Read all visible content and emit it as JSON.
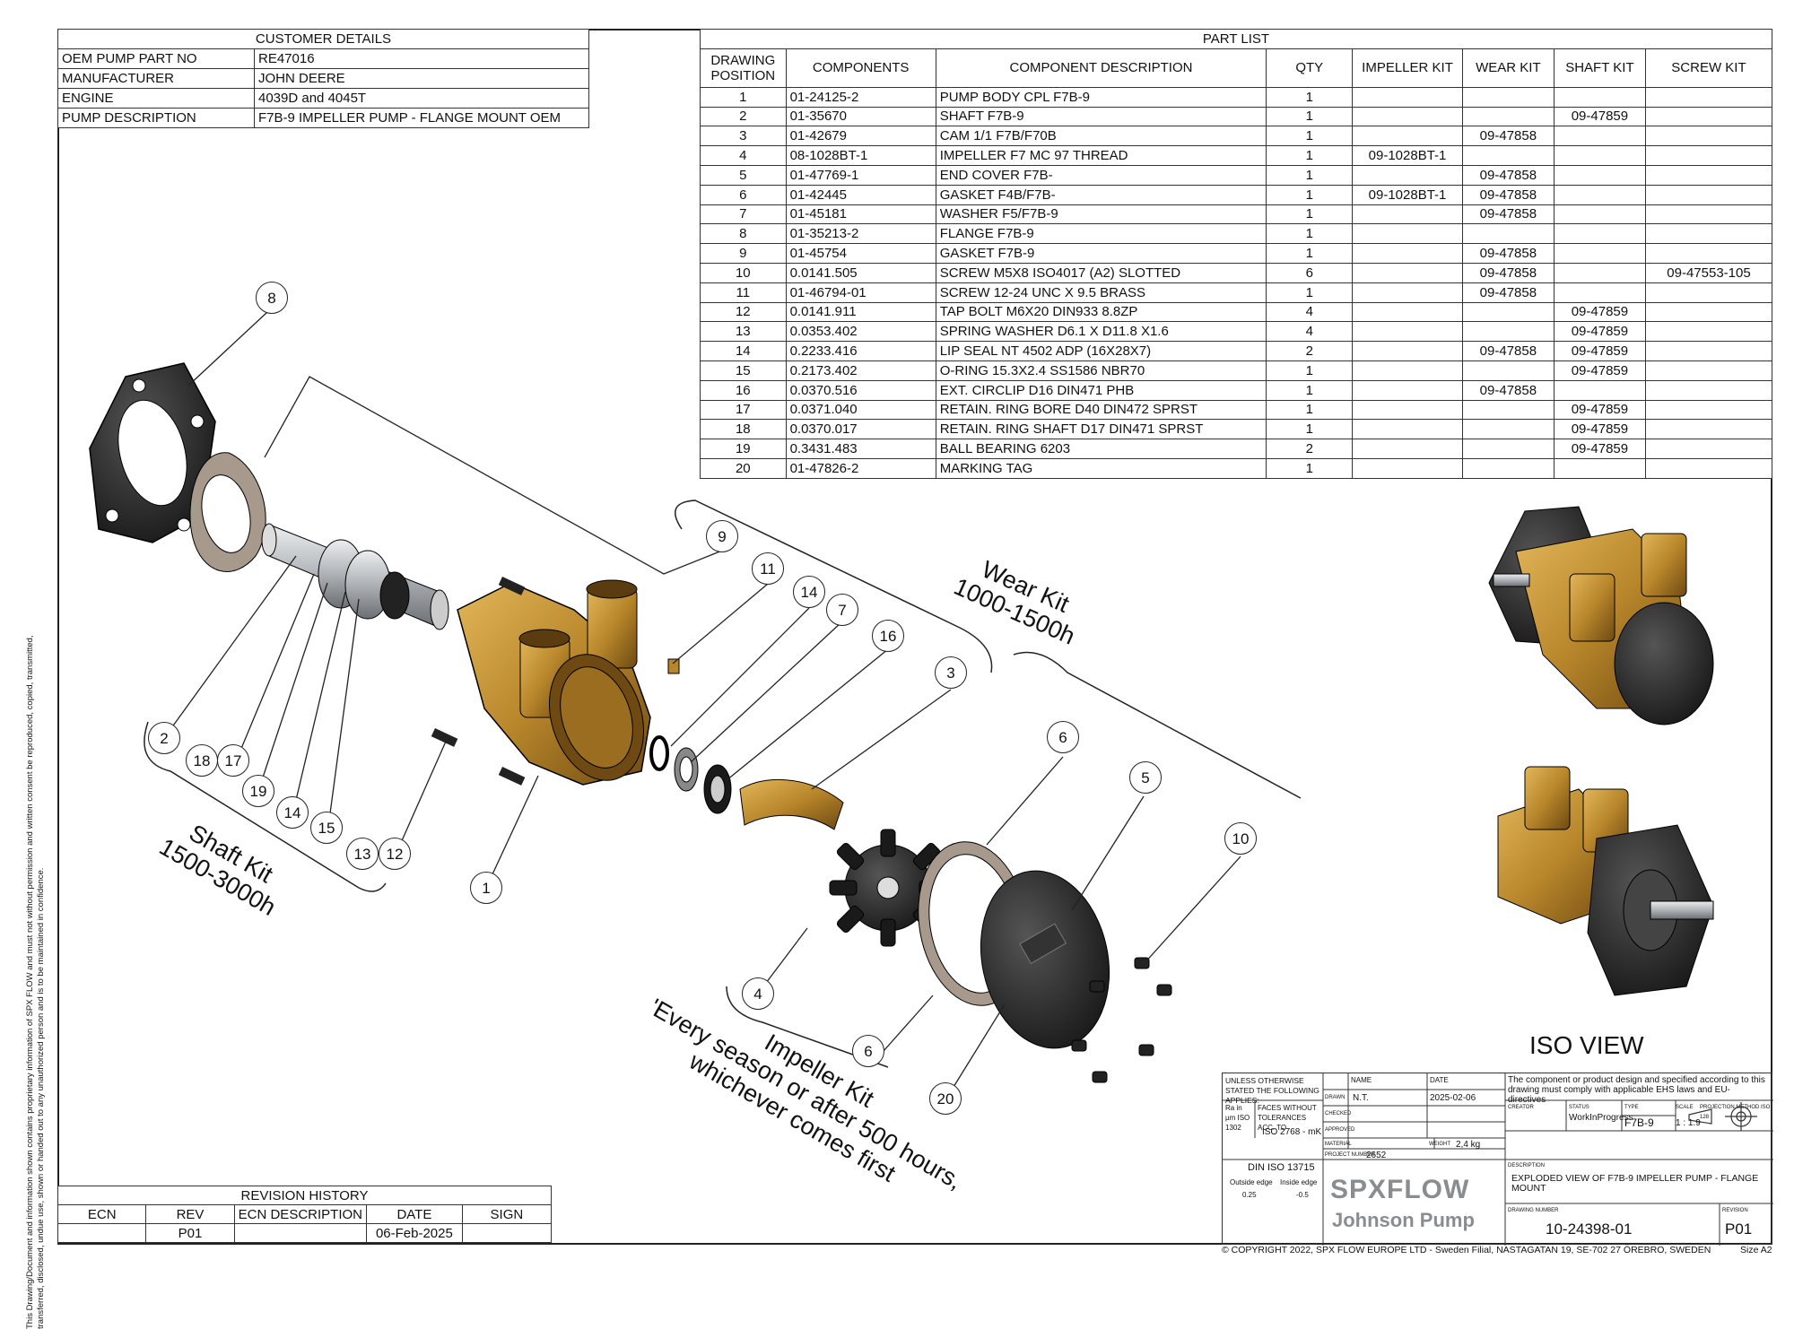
{
  "customer": {
    "title": "CUSTOMER DETAILS",
    "rows": [
      {
        "label": "OEM PUMP PART NO",
        "value": "RE47016"
      },
      {
        "label": "MANUFACTURER",
        "value": "JOHN DEERE"
      },
      {
        "label": "ENGINE",
        "value": "4039D and 4045T"
      },
      {
        "label": "PUMP DESCRIPTION",
        "value": "F7B-9 IMPELLER PUMP - FLANGE MOUNT OEM"
      }
    ]
  },
  "partlist": {
    "title": "PART LIST",
    "headers": [
      "DRAWING POSITION",
      "COMPONENTS",
      "COMPONENT DESCRIPTION",
      "QTY",
      "IMPELLER KIT",
      "WEAR KIT",
      "SHAFT KIT",
      "SCREW KIT"
    ],
    "rows": [
      [
        "1",
        "01-24125-2",
        "PUMP BODY CPL F7B-9",
        "1",
        "",
        "",
        "",
        ""
      ],
      [
        "2",
        "01-35670",
        "SHAFT F7B-9",
        "1",
        "",
        "",
        "09-47859",
        ""
      ],
      [
        "3",
        "01-42679",
        "CAM 1/1 F7B/F70B",
        "1",
        "",
        "09-47858",
        "",
        ""
      ],
      [
        "4",
        "08-1028BT-1",
        "IMPELLER F7 MC 97 THREAD",
        "1",
        "09-1028BT-1",
        "",
        "",
        ""
      ],
      [
        "5",
        "01-47769-1",
        "END COVER F7B-",
        "1",
        "",
        "09-47858",
        "",
        ""
      ],
      [
        "6",
        "01-42445",
        "GASKET F4B/F7B-",
        "1",
        "09-1028BT-1",
        "09-47858",
        "",
        ""
      ],
      [
        "7",
        "01-45181",
        "WASHER F5/F7B-9",
        "1",
        "",
        "09-47858",
        "",
        ""
      ],
      [
        "8",
        "01-35213-2",
        "FLANGE F7B-9",
        "1",
        "",
        "",
        "",
        ""
      ],
      [
        "9",
        "01-45754",
        "GASKET F7B-9",
        "1",
        "",
        "09-47858",
        "",
        ""
      ],
      [
        "10",
        "0.0141.505",
        "SCREW M5X8 ISO4017 (A2) SLOTTED",
        "6",
        "",
        "09-47858",
        "",
        "09-47553-105"
      ],
      [
        "11",
        "01-46794-01",
        "SCREW 12-24 UNC X 9.5 BRASS",
        "1",
        "",
        "09-47858",
        "",
        ""
      ],
      [
        "12",
        "0.0141.911",
        "TAP BOLT M6X20 DIN933 8.8ZP",
        "4",
        "",
        "",
        "09-47859",
        ""
      ],
      [
        "13",
        "0.0353.402",
        "SPRING WASHER D6.1 X D11.8 X1.6",
        "4",
        "",
        "",
        "09-47859",
        ""
      ],
      [
        "14",
        "0.2233.416",
        "LIP SEAL NT 4502 ADP (16X28X7)",
        "2",
        "",
        "09-47858",
        "09-47859",
        ""
      ],
      [
        "15",
        "0.2173.402",
        "O-RING 15.3X2.4 SS1586 NBR70",
        "1",
        "",
        "",
        "09-47859",
        ""
      ],
      [
        "16",
        "0.0370.516",
        "EXT. CIRCLIP D16 DIN471 PHB",
        "1",
        "",
        "09-47858",
        "",
        ""
      ],
      [
        "17",
        "0.0371.040",
        "RETAIN. RING BORE D40 DIN472 SPRST",
        "1",
        "",
        "",
        "09-47859",
        ""
      ],
      [
        "18",
        "0.0370.017",
        "RETAIN. RING SHAFT D17 DIN471 SPRST",
        "1",
        "",
        "",
        "09-47859",
        ""
      ],
      [
        "19",
        "0.3431.483",
        "BALL BEARING 6203",
        "2",
        "",
        "",
        "09-47859",
        ""
      ],
      [
        "20",
        "01-47826-2",
        "MARKING TAG",
        "1",
        "",
        "",
        "",
        ""
      ]
    ]
  },
  "revision": {
    "title": "REVISION HISTORY",
    "headers": [
      "ECN",
      "REV",
      "ECN DESCRIPTION",
      "DATE",
      "SIGN"
    ],
    "rows": [
      [
        "",
        "P01",
        "",
        "06-Feb-2025",
        ""
      ]
    ]
  },
  "callouts": [
    "1",
    "2",
    "3",
    "4",
    "5",
    "6",
    "6",
    "7",
    "8",
    "9",
    "10",
    "11",
    "12",
    "13",
    "14",
    "14",
    "15",
    "16",
    "17",
    "18",
    "19",
    "20"
  ],
  "kits": {
    "wear": [
      "Wear Kit",
      "1000-1500h"
    ],
    "shaft": [
      "Shaft Kit",
      "1500-3000h"
    ],
    "impeller": [
      "Impeller Kit",
      "'Every season or after 500 hours,",
      "whichever comes first"
    ]
  },
  "iso_view_label": "ISO VIEW",
  "side_notice": "This Drawing/Document and information shown contains proprietary information of SPX FLOW and must not without permission and written consent be reproduced, copied, transmitted, transferred, disclosed, undue use, shown or handed out to any unauthorized person and is to be maintained in confidence.",
  "titleblock": {
    "unless": "UNLESS OTHERWISE STATED THE FOLLOWING APPLIES:",
    "ra": "Ra in µm ISO 1302",
    "faces": "FACES WITHOUT TOLERANCES ACC. TO",
    "iso2768": "ISO 2768 - mK",
    "din": "DIN ISO 13715",
    "outside": "Outside edge",
    "inside": "Inside edge",
    "outside_val": "0.25",
    "inside_val": "-0.5",
    "name_label": "NAME",
    "date_label": "DATE",
    "drawn_label": "DRAWN",
    "drawn": "N.T.",
    "date": "2025-02-06",
    "checked_label": "CHECKED",
    "approved_label": "APPROVED",
    "material_label": "MATERIAL",
    "weight_label": "WEIGHT",
    "weight": "2,4 kg",
    "project_label": "PROJECT NUMBER",
    "project": "2652",
    "statement": "The component or product design and specified according to this drawing must comply with applicable EHS laws and EU-directives",
    "creator_label": "CREATOR",
    "status_label": "STATUS",
    "status": "WorkInProgress",
    "type_label": "TYPE",
    "type": "F7B-9",
    "scale_label": "SCALE",
    "scale": "1 : 1.9",
    "projection_label": "PROJECTION METHOD ISO 128",
    "description_label": "DESCRIPTION",
    "description": "EXPLODED VIEW OF F7B-9 IMPELLER PUMP - FLANGE MOUNT",
    "drawing_number_label": "DRAWING NUMBER",
    "drawing_number": "10-24398-01",
    "revision_label": "REVISION",
    "revision": "P01",
    "brand_line1": "SPXFLOW",
    "brand_line2": "Johnson Pump",
    "copyright": "© COPYRIGHT 2022, SPX FLOW EUROPE LTD - Sweden Filial, NASTAGATAN 19, SE-702 27 ÖREBRO, SWEDEN",
    "size": "Size  A2"
  },
  "colors": {
    "brass": "#b8862b",
    "brass_dark": "#7a5515",
    "rubber": "#1c1c1c",
    "gasket": "#a79a8c",
    "steel": "#b9bcc0"
  }
}
